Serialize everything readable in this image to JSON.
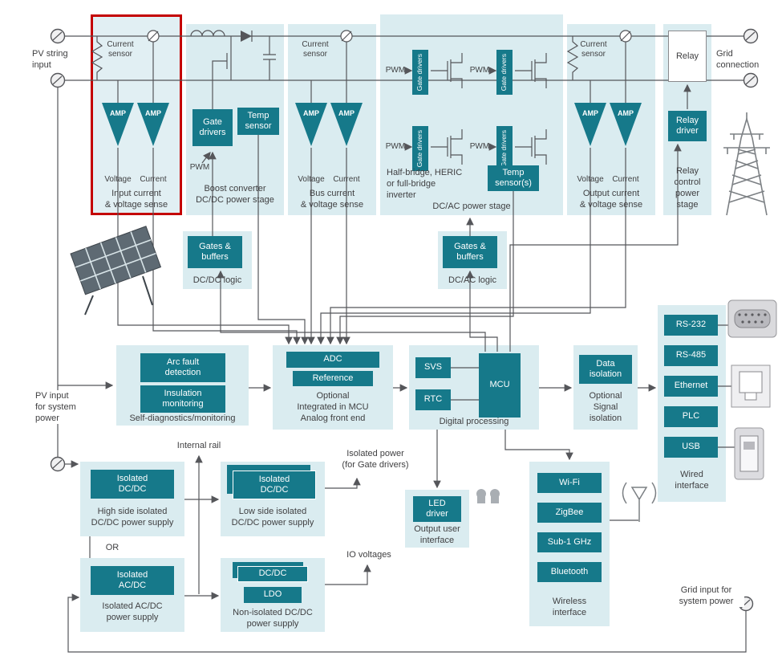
{
  "labels": {
    "pv1": "PV string",
    "pv2": "input",
    "grid1": "Grid",
    "grid2": "connection",
    "cs1": "Current",
    "cs2": "sensor",
    "amp": "AMP",
    "voltage": "Voltage",
    "current": "Current",
    "voltage_sense": "& voltage sense",
    "pwm": "PWM",
    "gate": "Gate",
    "drivers": "drivers",
    "gate_drivers": "Gate drivers",
    "gb1": "Gates &",
    "gb2": "buffers",
    "optional": "Optional",
    "or": "OR",
    "internal_rail": "Internal rail",
    "isolated_power1": "Isolated power",
    "isolated_power2": "(for Gate drivers)",
    "io_voltages": "IO voltages",
    "pvsys1": "PV input",
    "pvsys2": "for system",
    "pvsys3": "power",
    "gridsys1": "Grid input for",
    "gridsys2": "system power"
  },
  "input_sense": {
    "caption1": "Input current"
  },
  "boost": {
    "temp1": "Temp",
    "temp2": "sensor",
    "caption1": "Boost converter",
    "caption2": "DC/DC power stage"
  },
  "bus_sense": {
    "caption1": "Bus current"
  },
  "inverter": {
    "desc1": "Half-bridge, HERIC",
    "desc2": "or full-bridge",
    "desc3": "inverter",
    "temp1": "Temp",
    "temp2": "sensor(s)",
    "caption": "DC/AC power stage"
  },
  "output_sense": {
    "caption1": "Output current"
  },
  "relay": {
    "box": "Relay",
    "drv1": "Relay",
    "drv2": "driver",
    "cap1": "Relay",
    "cap2": "control",
    "cap3": "power",
    "cap4": "stage"
  },
  "dcdc_logic": {
    "caption": "DC/DC logic"
  },
  "dcac_logic": {
    "caption": "DC/AC logic"
  },
  "diagnostics": {
    "b1a": "Arc fault",
    "b1b": "detection",
    "b2a": "Insulation",
    "b2b": "monitoring",
    "caption": "Self-diagnostics/monitoring"
  },
  "afe": {
    "adc": "ADC",
    "reference": "Reference",
    "line2": "Integrated in MCU",
    "line3": "Analog front end"
  },
  "digital": {
    "svs": "SVS",
    "rtc": "RTC",
    "mcu": "MCU",
    "caption": "Digital processing"
  },
  "isolation": {
    "b1": "Data",
    "b2": "isolation",
    "line2": "Signal",
    "line3": "isolation"
  },
  "wired": {
    "items": [
      "RS-232",
      "RS-485",
      "Ethernet",
      "PLC",
      "USB"
    ],
    "cap1": "Wired",
    "cap2": "interface"
  },
  "supplies": {
    "high_b1": "Isolated",
    "high_b2": "DC/DC",
    "high1": "High side isolated",
    "high2": "DC/DC power supply",
    "low_b1": "Isolated",
    "low_b2": "DC/DC",
    "low1": "Low side isolated",
    "low2": "DC/DC power supply",
    "acdc_b1": "Isolated",
    "acdc_b2": "AC/DC",
    "acdc1": "Isolated AC/DC",
    "acdc2": "power supply",
    "dcdc_box": "DC/DC",
    "ldo_box": "LDO",
    "non1": "Non-isolated DC/DC",
    "non2": "power supply"
  },
  "led": {
    "b1": "LED",
    "b2": "driver",
    "cap1": "Output user",
    "cap2": "interface"
  },
  "wireless": {
    "items": [
      "Wi-Fi",
      "ZigBee",
      "Sub-1 GHz",
      "Bluetooth"
    ],
    "cap1": "Wireless",
    "cap2": "interface"
  }
}
